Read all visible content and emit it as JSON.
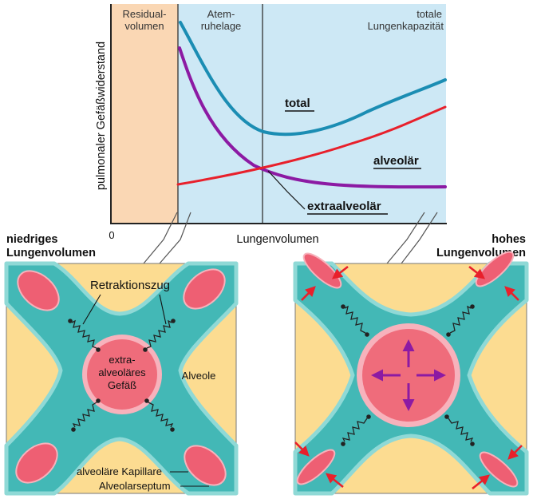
{
  "colors": {
    "residual_zone": "#fad7b4",
    "lung_zone": "#cde8f5",
    "total_curve": "#1b8db3",
    "alveolar_curve": "#e8202b",
    "extraalveolar_curve": "#8c1aa3",
    "alveole_fill": "#fcdc91",
    "septum_fill": "#43b8b6",
    "septum_edge": "#8fd9d6",
    "vessel_fill": "#ef6c7b",
    "vessel_rim": "#f7b2bc",
    "capillary_fill": "#ee5f73",
    "force_arrow_in": "#e8202b",
    "force_arrow_out": "#8c1aa3"
  },
  "chart": {
    "ylabel": "pulmonaler Gefäßwiderstand",
    "xlabel": "Lungenvolumen",
    "origin_label": "0",
    "zones": {
      "residual_line1": "Residual-",
      "residual_line2": "volumen",
      "rest_line1": "Atem-",
      "rest_line2": "ruhelage",
      "tlc_line1": "totale",
      "tlc_line2": "Lungenkapazität"
    },
    "curves": {
      "total": "total",
      "alveolar": "alveolär",
      "extraalveolar": "extraalveolär"
    }
  },
  "panels": {
    "low": {
      "title_line1": "niedriges",
      "title_line2": "Lungenvolumen",
      "retraction": "Retraktionszug",
      "vessel_line1": "extra-",
      "vessel_line2": "alveoläres",
      "vessel_line3": "Gefäß",
      "alveole": "Alveole",
      "capillary": "alveoläre Kapillare",
      "septum": "Alveolarseptum"
    },
    "high": {
      "title_line1": "hohes",
      "title_line2": "Lungenvolumen"
    }
  }
}
